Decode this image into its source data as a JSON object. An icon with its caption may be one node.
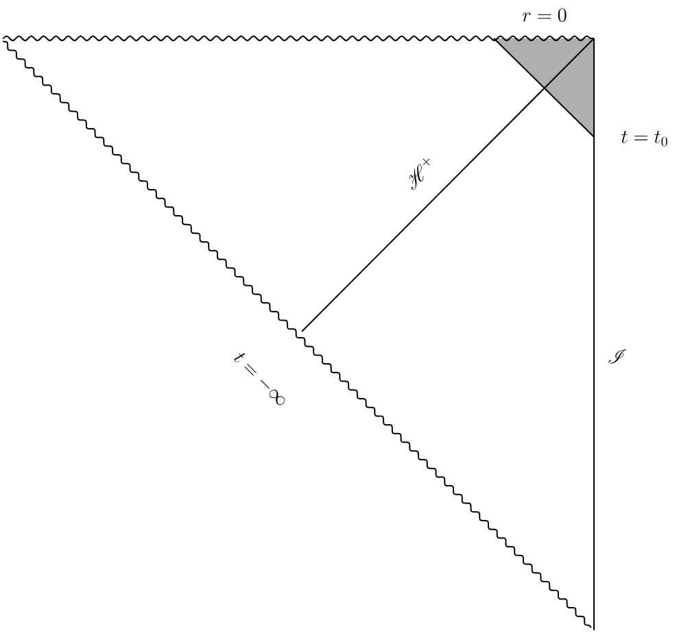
{
  "diagram": {
    "labels": [
      "r = 0",
      "t = t_0",
      "\\mathscr{H}^+",
      "\\mathscr{I}",
      "t = -\\infty"
    ]
  }
}
